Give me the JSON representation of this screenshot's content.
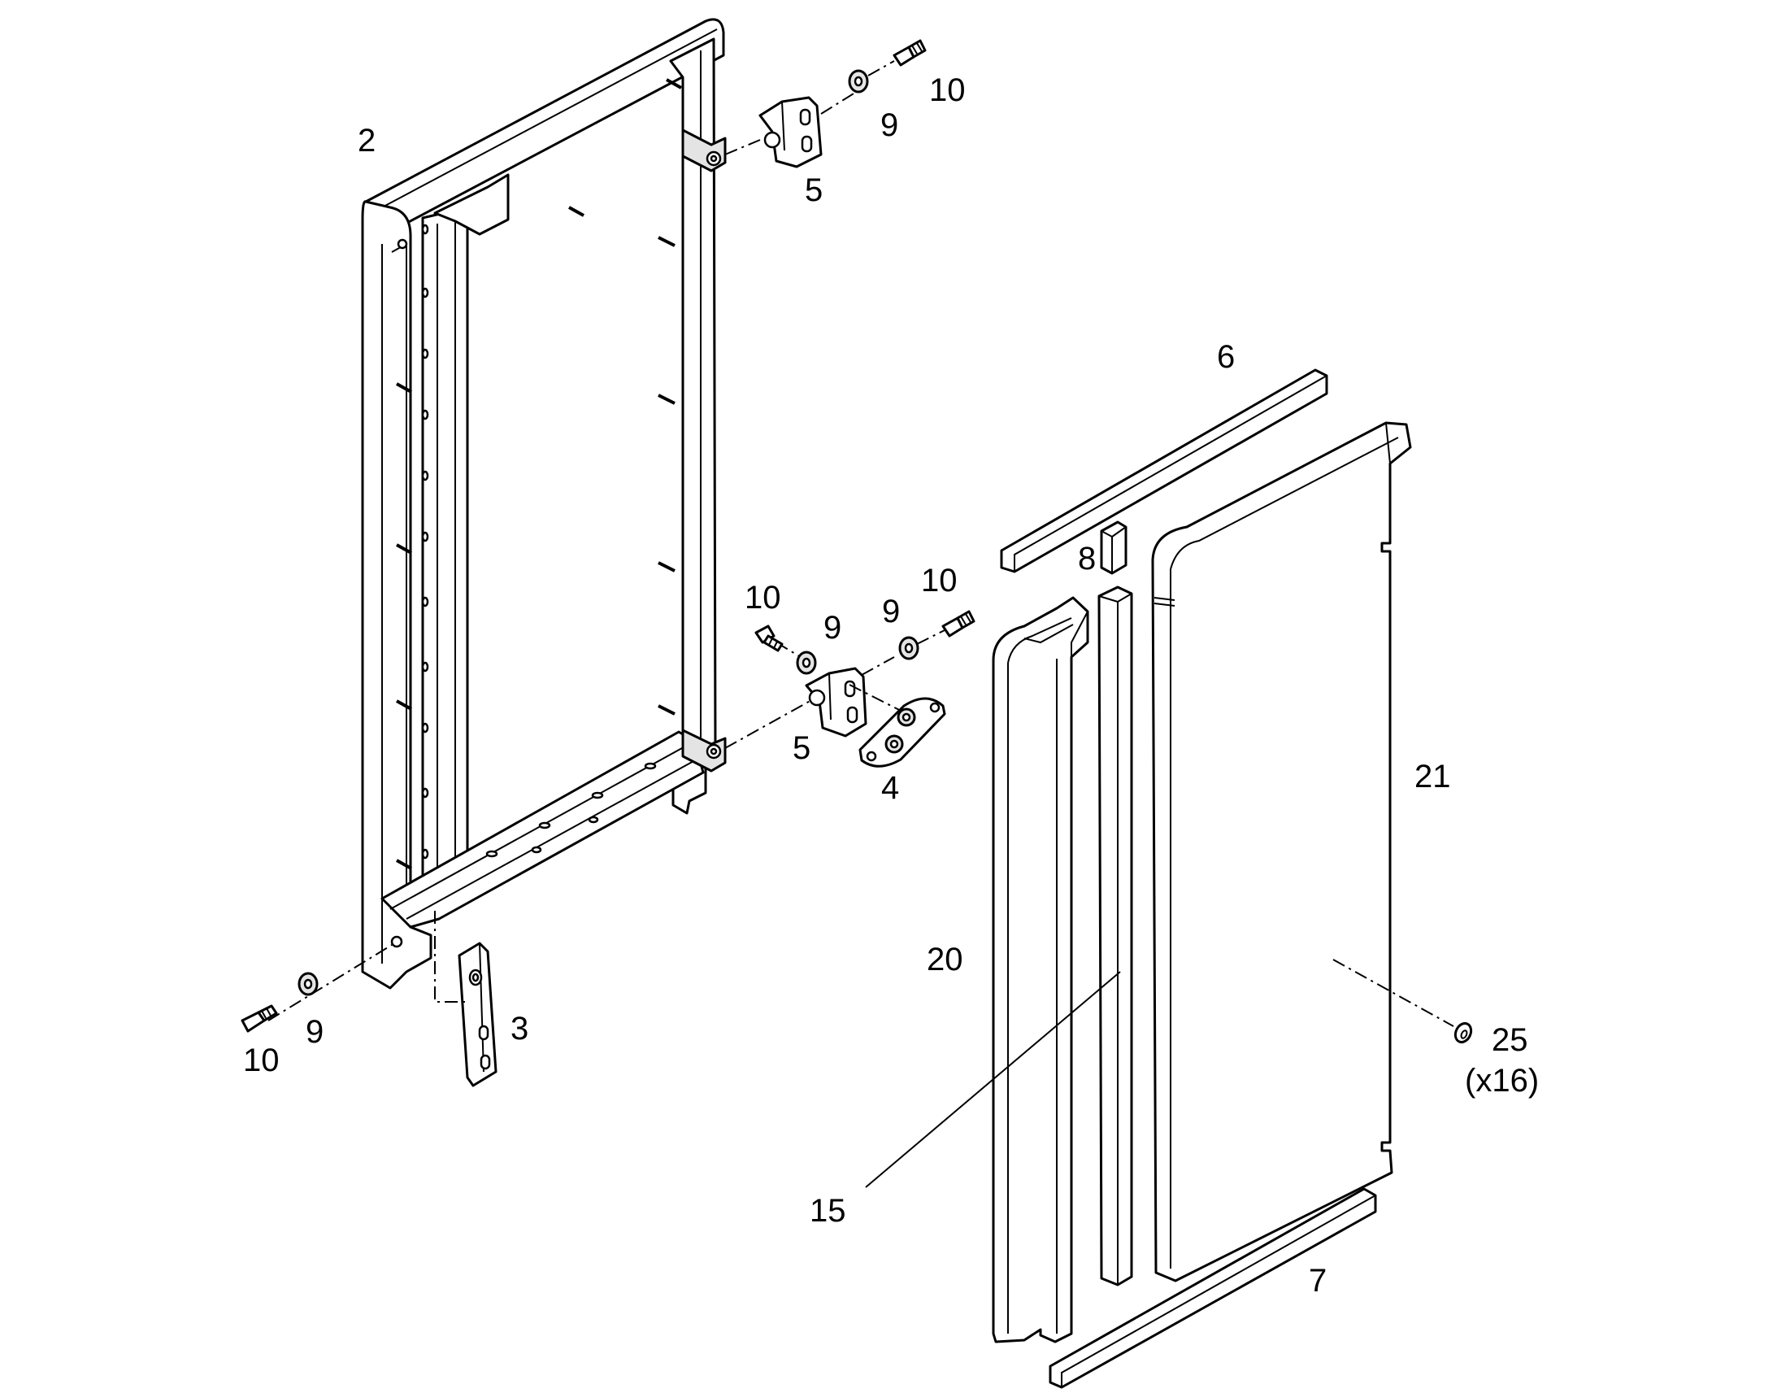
{
  "callouts": {
    "c2": "2",
    "c3": "3",
    "c4": "4",
    "c5_top": "5",
    "c5_mid": "5",
    "c6": "6",
    "c7": "7",
    "c8": "8",
    "c9_top": "9",
    "c9_mid_left": "9",
    "c9_mid_right": "9",
    "c9_bottom": "9",
    "c10_top": "10",
    "c10_mid_left": "10",
    "c10_mid_right": "10",
    "c10_bottom": "10",
    "c15": "15",
    "c20": "20",
    "c21": "21",
    "c25": "25",
    "c25_qty": "(x16)"
  }
}
